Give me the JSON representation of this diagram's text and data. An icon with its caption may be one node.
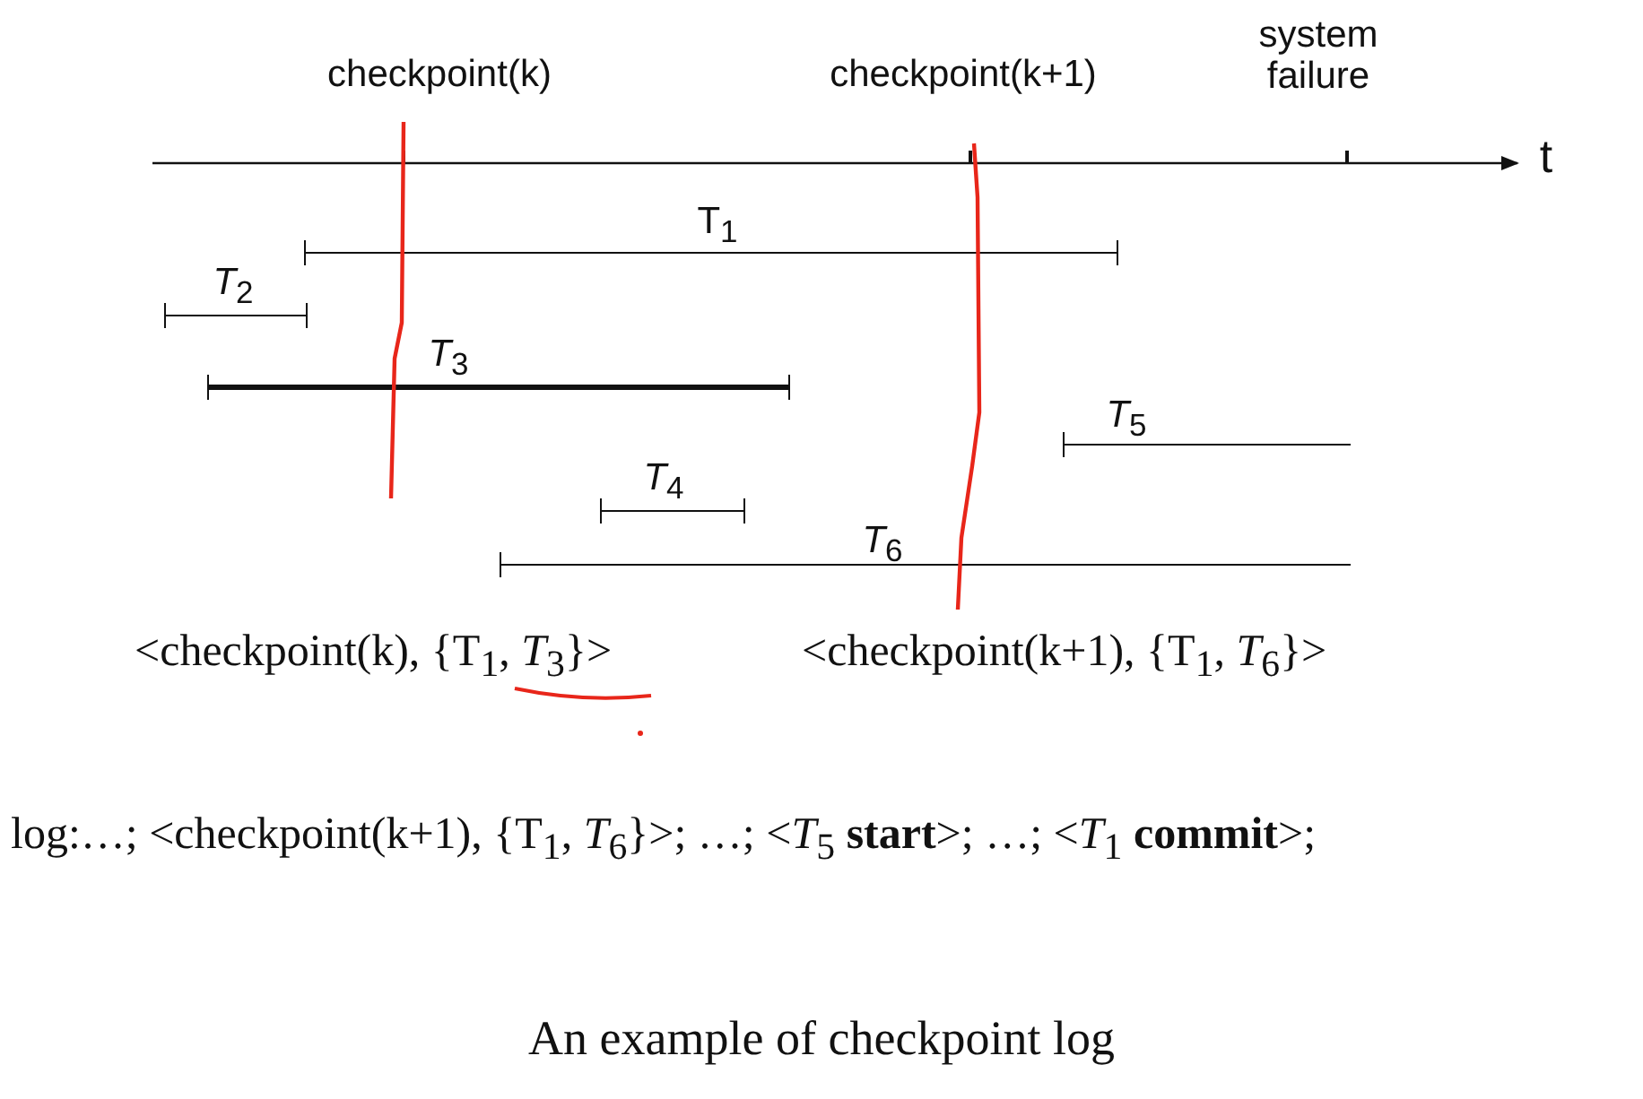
{
  "diagram": {
    "caption": "An example of checkpoint log",
    "labels": [
      "checkpoint(k)",
      "checkpoint(k+1)",
      "system failure",
      "t",
      "T$_{1}$",
      "*T*$_{2}$",
      "*T*$_{3}$",
      "*T*$_{5}$",
      "*T*$_{4}$",
      "*T*$_{6}$",
      "<checkpoint(k), {T$_{1}$, *T*$_{3}$}>",
      "<checkpoint(k+1), {T$_{1}$, *T*$_{6}$}>",
      "log:…; <checkpoint(k+1), {T$_{1}$, *T*$_{6}$}>; …; <*T*$_{5}$ **start**>; …; <*T*$_{1}$ **commit**>;"
    ]
  }
}
